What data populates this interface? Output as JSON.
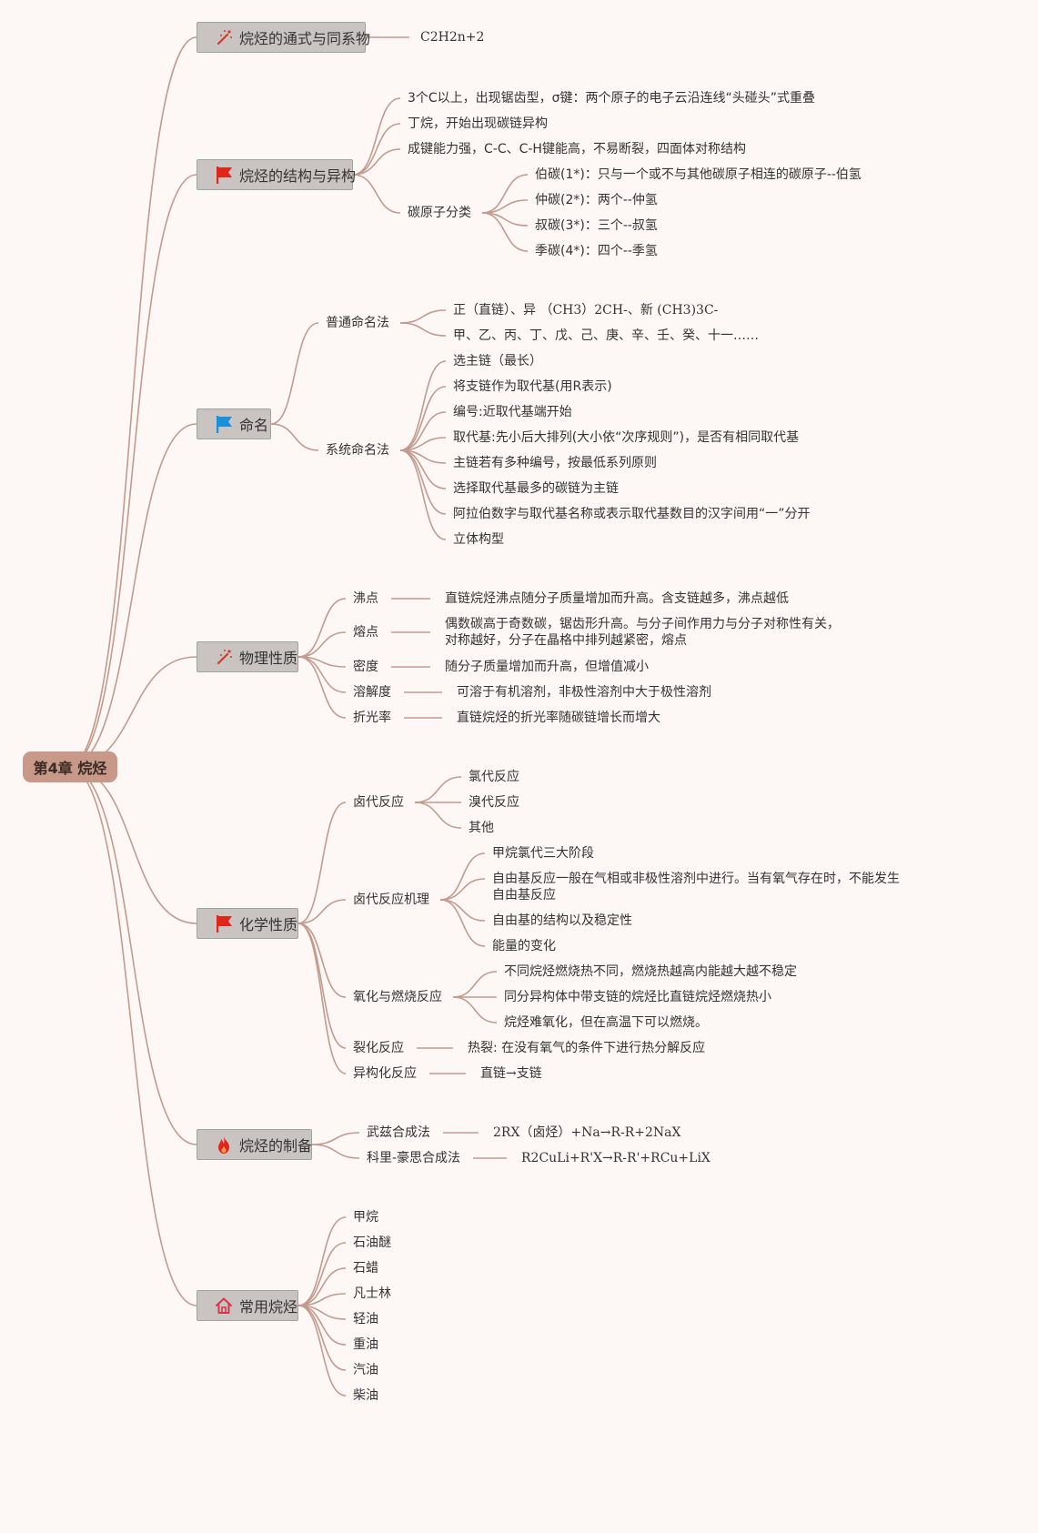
{
  "root": "第4章 烷烃",
  "branches": [
    {
      "label": "烷烃的通式与同系物",
      "icon": "magic-wand-icon",
      "children": [
        {
          "label": "C2H2n+2"
        }
      ]
    },
    {
      "label": "烷烃的结构与异构",
      "icon": "red-flag-icon",
      "children": [
        {
          "label": "3个C以上，出现锯齿型，σ键：两个原子的电子云沿连线“头碰头”式重叠"
        },
        {
          "label": "丁烷，开始出现碳链异构"
        },
        {
          "label": "成键能力强，C-C、C-H键能高，不易断裂，四面体对称结构"
        },
        {
          "label": "碳原子分类",
          "children": [
            {
              "label": "伯碳(1*)：只与一个或不与其他碳原子相连的碳原子--伯氢"
            },
            {
              "label": "仲碳(2*)：两个--仲氢"
            },
            {
              "label": "叔碳(3*)：三个--叔氢"
            },
            {
              "label": "季碳(4*)：四个--季氢"
            }
          ]
        }
      ]
    },
    {
      "label": "命名",
      "icon": "blue-flag-icon",
      "children": [
        {
          "label": "普通命名法",
          "children": [
            {
              "label": "正（直链）、异 （CH3）2CH-、新 (CH3)3C-"
            },
            {
              "label": "甲、乙、丙、丁、戊、己、庚、辛、壬、癸、十一……"
            }
          ]
        },
        {
          "label": "系统命名法",
          "children": [
            {
              "label": "选主链（最长）"
            },
            {
              "label": "将支链作为取代基(用R表示)"
            },
            {
              "label": "编号:近取代基端开始"
            },
            {
              "label": "取代基:先小后大排列(大小依“次序规则”)，是否有相同取代基"
            },
            {
              "label": "主链若有多种编号，按最低系列原则"
            },
            {
              "label": "选择取代基最多的碳链为主链"
            },
            {
              "label": "阿拉伯数字与取代基名称或表示取代基数目的汉字间用“一”分开"
            },
            {
              "label": "立体构型"
            }
          ]
        }
      ]
    },
    {
      "label": "物理性质",
      "icon": "magic-wand-icon",
      "children": [
        {
          "label": "沸点",
          "children": [
            {
              "label": "直链烷烃沸点随分子质量增加而升高。含支链越多，沸点越低"
            }
          ]
        },
        {
          "label": "熔点",
          "children": [
            {
              "label": "偶数碳高于奇数碳，锯齿形升高。与分子间作用力与分子对称性有关，对称越好，分子在晶格中排列越紧密，熔点"
            }
          ]
        },
        {
          "label": "密度",
          "children": [
            {
              "label": "随分子质量增加而升高，但增值减小"
            }
          ]
        },
        {
          "label": "溶解度",
          "children": [
            {
              "label": "可溶于有机溶剂，非极性溶剂中大于极性溶剂"
            }
          ]
        },
        {
          "label": "折光率",
          "children": [
            {
              "label": "直链烷烃的折光率随碳链增长而增大"
            }
          ]
        }
      ]
    },
    {
      "label": "化学性质",
      "icon": "red-flag-icon",
      "children": [
        {
          "label": "卤代反应",
          "children": [
            {
              "label": "氯代反应"
            },
            {
              "label": "溴代反应"
            },
            {
              "label": "其他"
            }
          ]
        },
        {
          "label": "卤代反应机理",
          "children": [
            {
              "label": "甲烷氯代三大阶段"
            },
            {
              "label": "自由基反应一般在气相或非极性溶剂中进行。当有氧气存在时，不能发生自由基反应"
            },
            {
              "label": "自由基的结构以及稳定性"
            },
            {
              "label": "能量的变化"
            }
          ]
        },
        {
          "label": "氧化与燃烧反应",
          "children": [
            {
              "label": "不同烷烃燃烧热不同，燃烧热越高内能越大越不稳定"
            },
            {
              "label": "同分异构体中带支链的烷烃比直链烷烃燃烧热小"
            },
            {
              "label": "烷烃难氧化，但在高温下可以燃烧。"
            }
          ]
        },
        {
          "label": "裂化反应",
          "children": [
            {
              "label": "热裂: 在没有氧气的条件下进行热分解反应"
            }
          ]
        },
        {
          "label": "异构化反应",
          "children": [
            {
              "label": "直链→支链"
            }
          ]
        }
      ]
    },
    {
      "label": "烷烃的制备",
      "icon": "fire-icon",
      "children": [
        {
          "label": "武兹合成法",
          "children": [
            {
              "label": "2RX（卤烃）+Na→R-R+2NaX"
            }
          ]
        },
        {
          "label": "科里-豪思合成法",
          "children": [
            {
              "label": "R2CuLi+R'X→R-R'+RCu+LiX"
            }
          ]
        }
      ]
    },
    {
      "label": "常用烷烃",
      "icon": "house-icon",
      "children": [
        {
          "label": "甲烷"
        },
        {
          "label": "石油醚"
        },
        {
          "label": "石蜡"
        },
        {
          "label": "凡士林"
        },
        {
          "label": "轻油"
        },
        {
          "label": "重油"
        },
        {
          "label": "汽油"
        },
        {
          "label": "柴油"
        }
      ]
    }
  ],
  "colors": {
    "edge": "#c39a8e",
    "root_fill": "#c89888",
    "main_fill": "#c9c4c2",
    "main_border": "#9aa79e",
    "background": "#fdf8f6"
  }
}
